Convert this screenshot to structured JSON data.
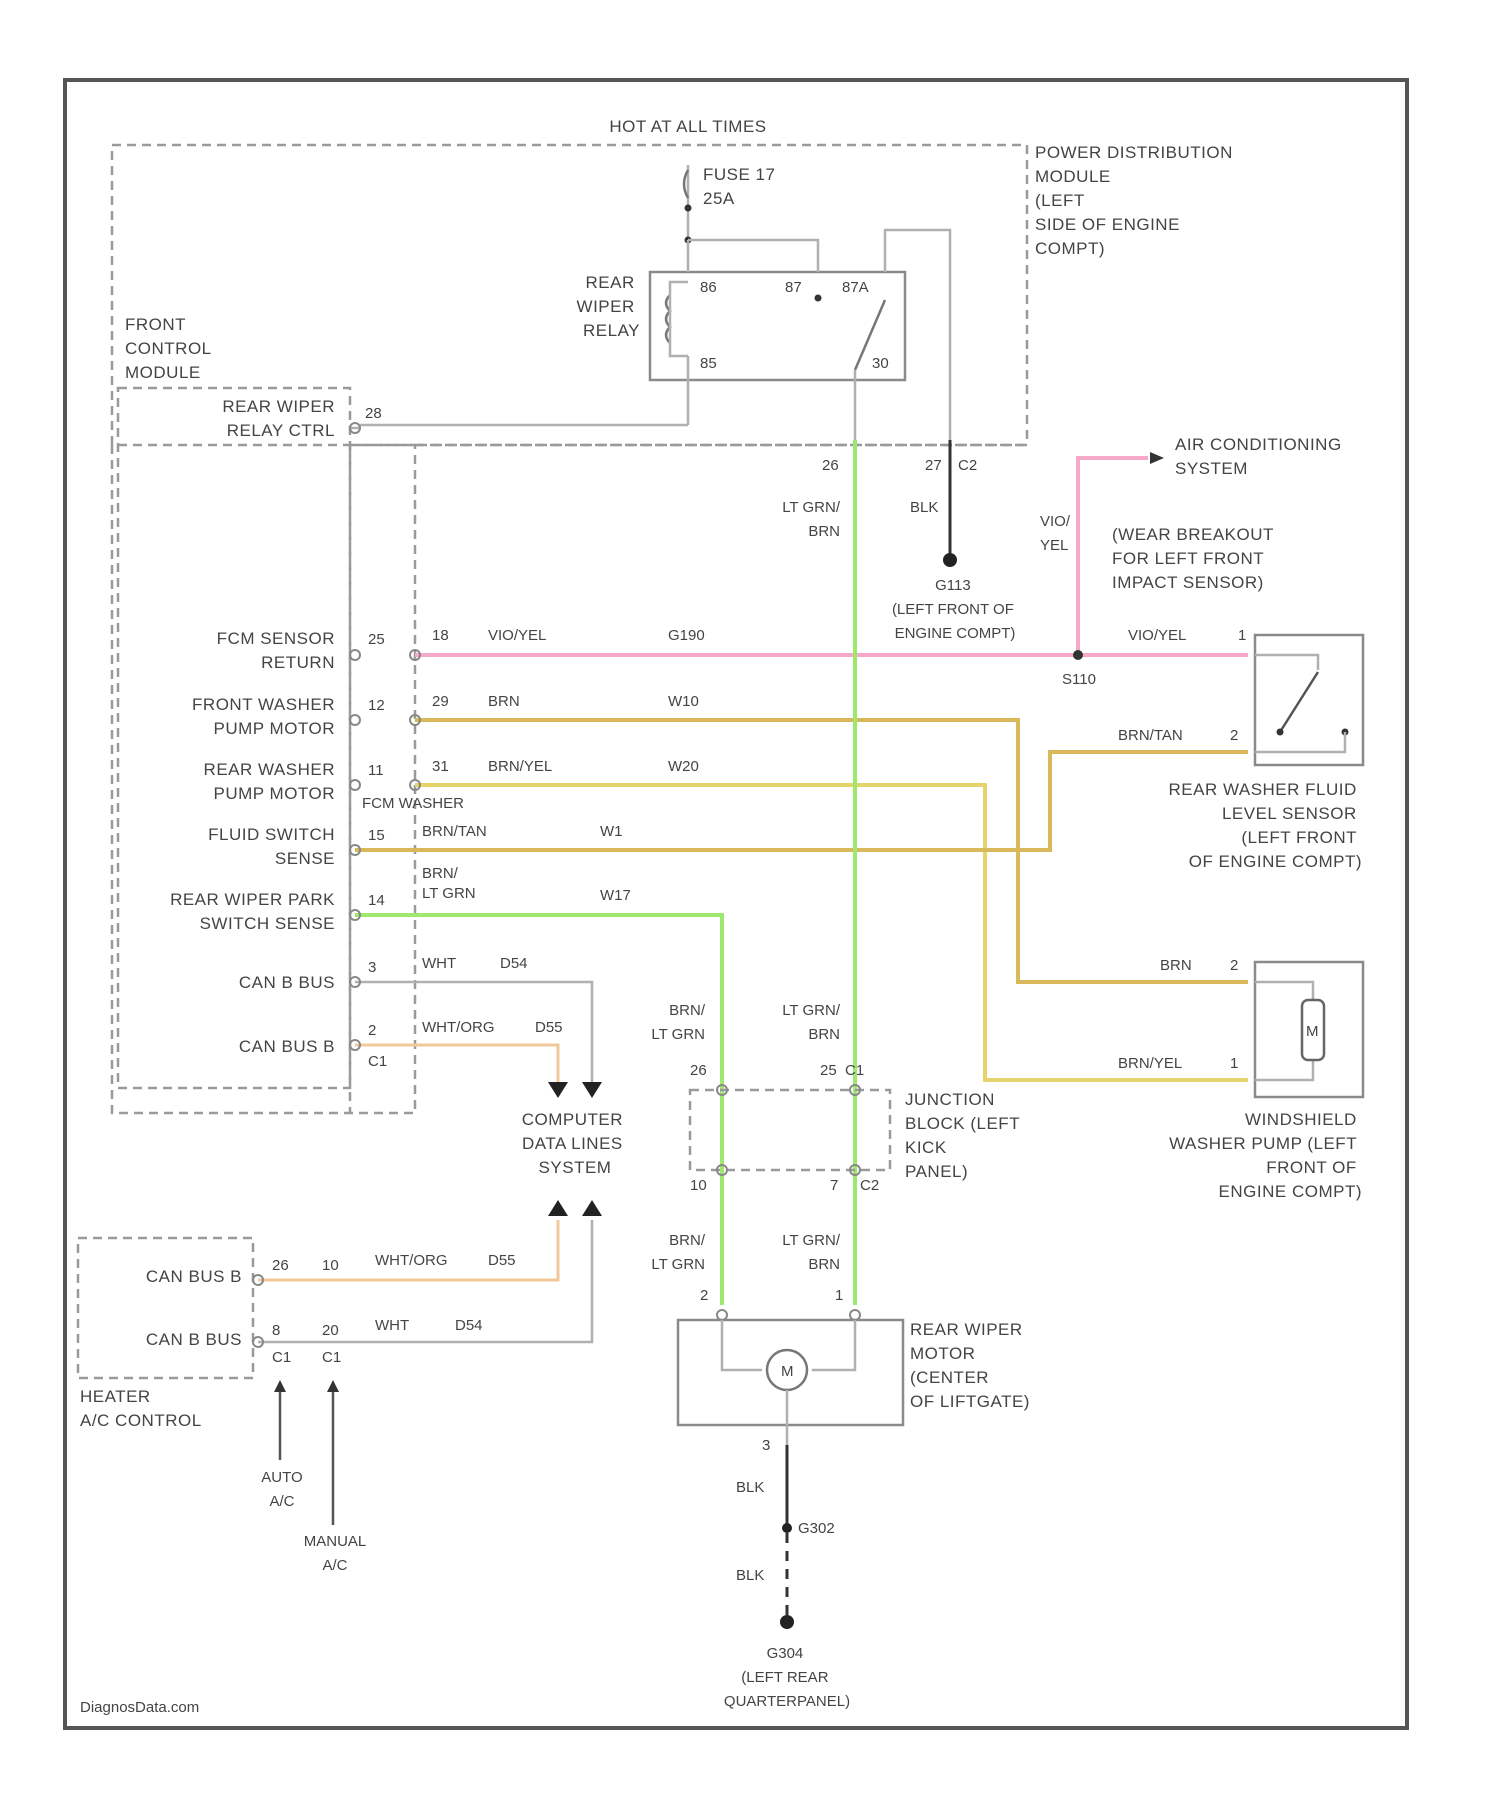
{
  "diagram": {
    "hot_at_all_times": "HOT AT ALL TIMES",
    "fuse": [
      "FUSE 17",
      "25A"
    ],
    "pdm": [
      "POWER DISTRIBUTION",
      "MODULE",
      "(LEFT",
      "SIDE OF ENGINE",
      "COMPT)"
    ],
    "relay": [
      "REAR",
      "WIPER",
      "RELAY"
    ],
    "relay_pins": [
      "86",
      "87",
      "87A",
      "85",
      "30"
    ],
    "fcm": [
      "FRONT",
      "CONTROL",
      "MODULE"
    ],
    "fcm_pins": [
      {
        "label": [
          "REAR WIPER",
          "RELAY CTRL"
        ],
        "pin": "28"
      },
      {
        "label": [
          "FCM SENSOR",
          "RETURN"
        ],
        "pin": "25",
        "conn": "18",
        "color": "VIO/YEL",
        "circuit": "G190"
      },
      {
        "label": [
          "FRONT WASHER",
          "PUMP MOTOR"
        ],
        "pin": "12",
        "conn": "29",
        "color": "BRN",
        "circuit": "W10"
      },
      {
        "label": [
          "REAR WASHER",
          "PUMP MOTOR"
        ],
        "pin": "11",
        "conn": "31",
        "color": "BRN/YEL",
        "circuit": "W20"
      },
      {
        "label": [
          "FLUID SWITCH",
          "SENSE"
        ],
        "pin": "15",
        "color": "BRN/TAN",
        "circuit": "W1"
      },
      {
        "label": [
          "REAR WIPER PARK",
          "SWITCH SENSE"
        ],
        "pin": "14",
        "color": "LT GRN",
        "circuit": "W17"
      },
      {
        "label": [
          "CAN B BUS"
        ],
        "pin": "3",
        "color": "WHT",
        "circuit": "D54"
      },
      {
        "label": [
          "CAN BUS B"
        ],
        "pin": "2",
        "color": "WHT/ORG",
        "circuit": "D55"
      }
    ],
    "fcm_washer_note": "FCM WASHER",
    "c1": "C1",
    "c2": "C2",
    "pdm_pin_26": "26",
    "pdm_pin_27": "27",
    "lt_grn_brn": [
      "LT GRN/",
      "BRN"
    ],
    "brn_lt_grn": [
      "BRN/",
      "LT GRN"
    ],
    "blk": "BLK",
    "g113": [
      "G113",
      "(LEFT FRONT OF",
      "ENGINE COMPT)"
    ],
    "ac_system": [
      "AIR CONDITIONING",
      "SYSTEM"
    ],
    "vio_yel": [
      "VIO/",
      "YEL"
    ],
    "vio_yel_short": "VIO/YEL",
    "wear_breakout": [
      "(WEAR BREAKOUT",
      "FOR LEFT FRONT",
      "IMPACT SENSOR)"
    ],
    "s110": "S110",
    "brn_tan": "BRN/TAN",
    "brn": "BRN",
    "brn_yel": "BRN/YEL",
    "pin1": "1",
    "pin2": "2",
    "fluid_sensor": [
      "REAR WASHER FLUID",
      "LEVEL SENSOR",
      "(LEFT FRONT",
      "OF ENGINE COMPT)"
    ],
    "washer_pump": [
      "WINDSHIELD",
      "WASHER PUMP (LEFT",
      "FRONT OF",
      "ENGINE COMPT)"
    ],
    "m": "M",
    "cdl": [
      "COMPUTER",
      "DATA LINES",
      "SYSTEM"
    ],
    "jb": [
      "JUNCTION",
      "BLOCK (LEFT",
      "KICK",
      "PANEL)"
    ],
    "jb_pins_top": [
      "26",
      "25"
    ],
    "jb_pins_bot": [
      "10",
      "7"
    ],
    "hvac": [
      "HEATER",
      "A/C CONTROL"
    ],
    "hvac_pins": [
      {
        "label": "CAN BUS B",
        "pin": "26",
        "conn": "10",
        "color": "WHT/ORG",
        "circuit": "D55"
      },
      {
        "label": "CAN B BUS",
        "pin": "8",
        "conn": "20",
        "color": "WHT",
        "circuit": "D54"
      }
    ],
    "auto_ac": [
      "AUTO",
      "A/C"
    ],
    "manual_ac": [
      "MANUAL",
      "A/C"
    ],
    "rear_motor": [
      "REAR WIPER",
      "MOTOR",
      "(CENTER",
      "OF LIFTGATE)"
    ],
    "motor_pin": "3",
    "g302": "G302",
    "g304": [
      "G304",
      "(LEFT REAR",
      "QUARTERPANEL)"
    ],
    "watermark": "DiagnosData.com",
    "colors": {
      "vio_yel_wire": "#f7a8c8",
      "lt_grn_wire": "#9ee86e",
      "brn_wire": "#d8b85a",
      "brn_yel_wire": "#e5d46a",
      "org_wire": "#f0c89a",
      "frame": "#555555"
    }
  }
}
